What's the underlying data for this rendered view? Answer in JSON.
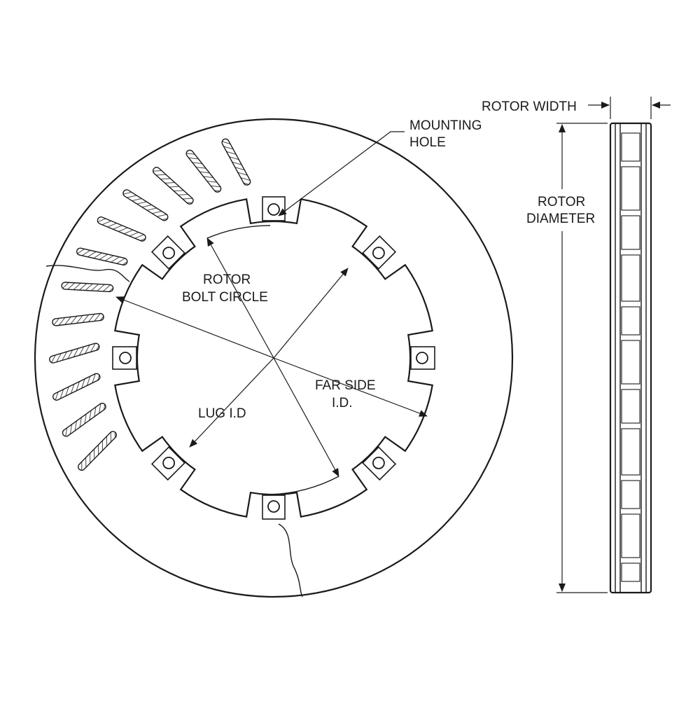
{
  "labels": {
    "mounting_hole": [
      "MOUNTING",
      "HOLE"
    ],
    "rotor_bolt_circle": [
      "ROTOR",
      "BOLT CIRCLE"
    ],
    "far_side_id": [
      "FAR SIDE",
      "I.D."
    ],
    "lug_id": "LUG I.D",
    "rotor_width": "ROTOR WIDTH",
    "rotor_diameter": [
      "ROTOR",
      "DIAMETER"
    ]
  }
}
